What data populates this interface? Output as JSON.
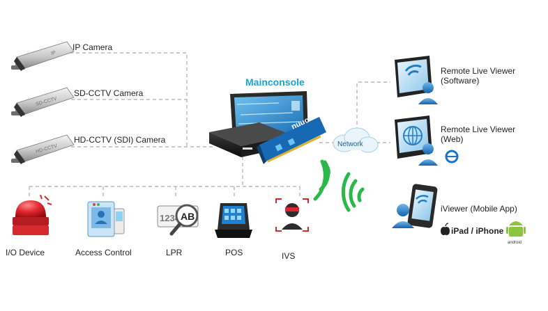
{
  "title": "Mainconsole",
  "cameras": [
    {
      "label": "IP Camera",
      "housing_text": "IP"
    },
    {
      "label": "SD-CCTV Camera",
      "housing_text": "SD-CCTV"
    },
    {
      "label": "HD-CCTV (SDI) Camera",
      "housing_text": "HD-CCTV"
    }
  ],
  "devices": [
    {
      "label": "I/O Device",
      "icon": "alarm-siren-icon"
    },
    {
      "label": "Access Control",
      "icon": "access-control-icon"
    },
    {
      "label": "LPR",
      "icon": "license-plate-magnifier-icon",
      "plate_left": "1234",
      "plate_right": "AB"
    },
    {
      "label": "POS",
      "icon": "pos-terminal-icon"
    },
    {
      "label": "IVS",
      "icon": "intruder-icon"
    }
  ],
  "network": {
    "label": "Network"
  },
  "card_text": "nuuo",
  "viewers": [
    {
      "line1": "Remote Live Viewer",
      "line2": "(Software)",
      "icon": "monitor-user-icon"
    },
    {
      "line1": "Remote Live Viewer",
      "line2": "(Web)",
      "icon": "globe-monitor-icon"
    },
    {
      "line1": "iViewer (Mobile App)",
      "line2": "",
      "icon": "mobile-user-icon"
    }
  ],
  "mobile_platforms": {
    "ios": "iPad / iPhone",
    "android": "android"
  },
  "colors": {
    "title": "#1aa3d6",
    "wifi": "#2bb84a",
    "dash": "#b9b9b9",
    "siren": "#e0262c",
    "monitor": "#1e7fc6",
    "card": "#1769b3"
  }
}
